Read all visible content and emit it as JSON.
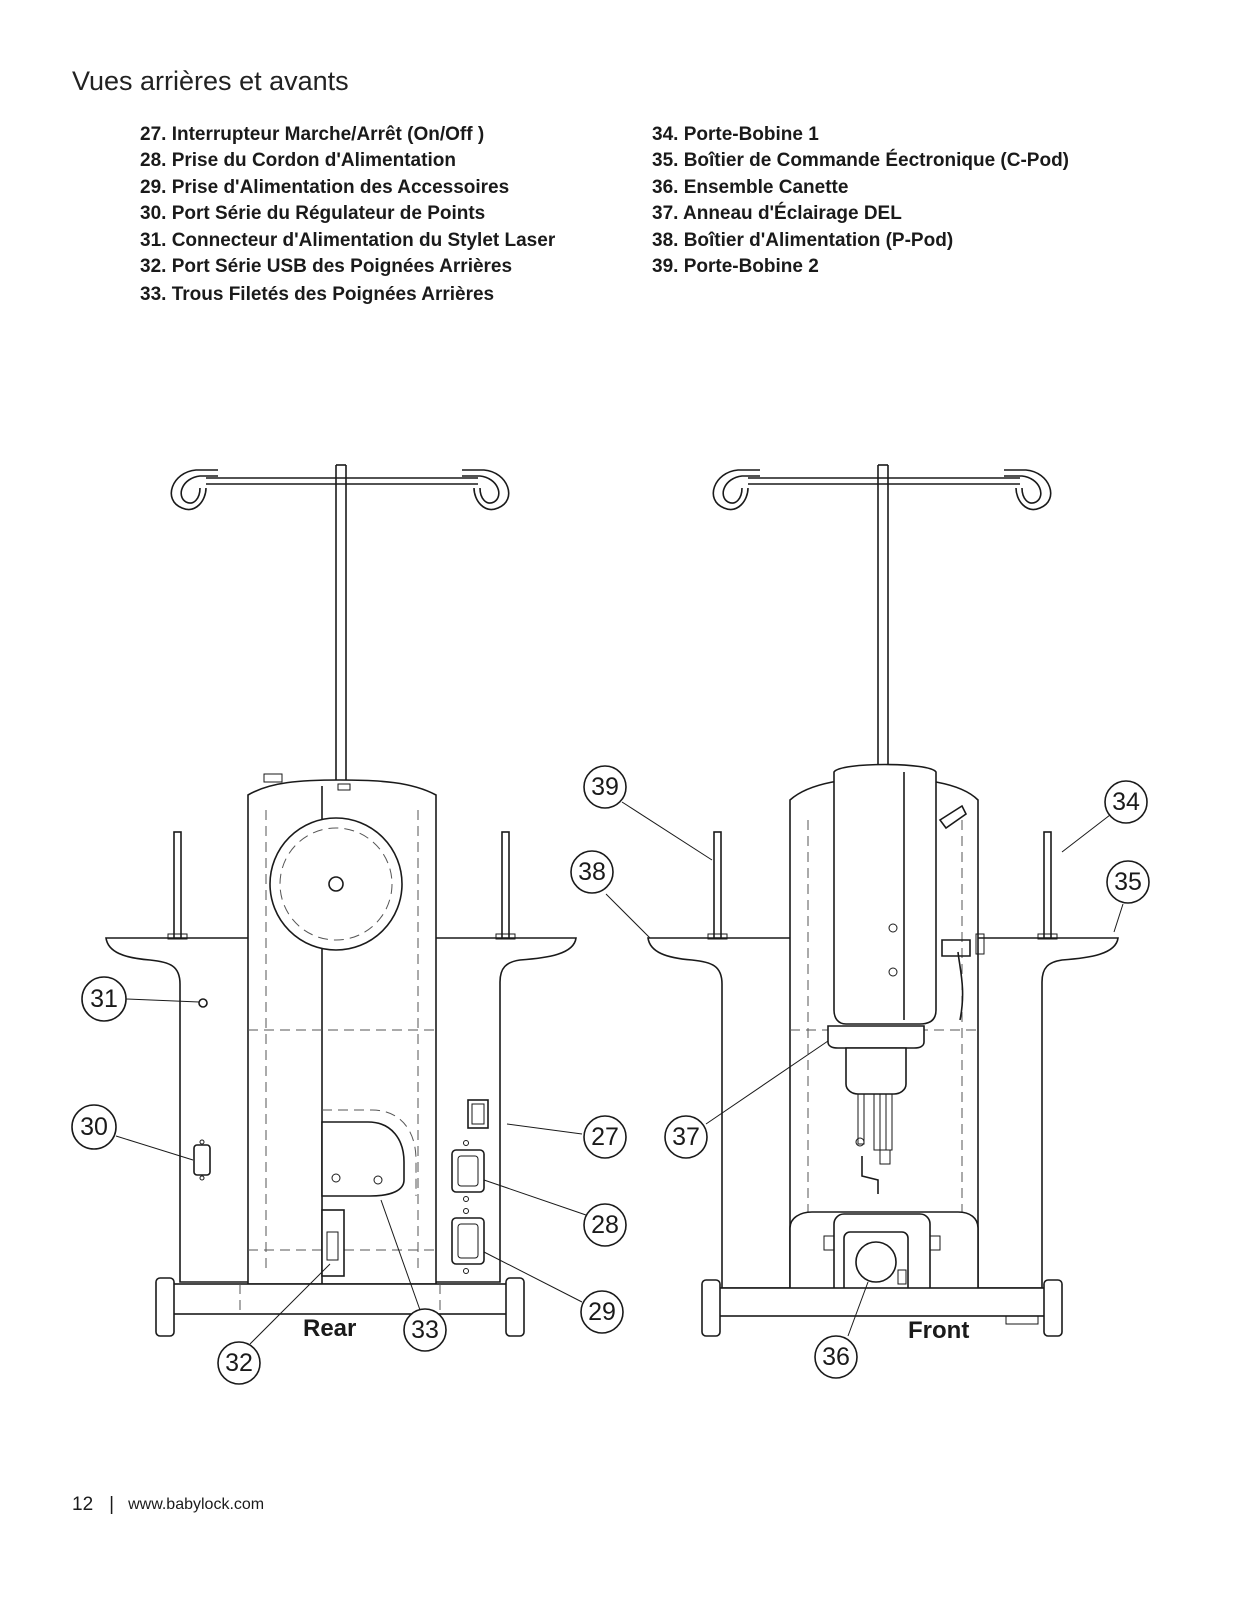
{
  "page_title": "Vues arrières et avants",
  "list_left": [
    "27. Interrupteur Marche/Arrêt (On/Off )",
    "28. Prise du Cordon d'Alimentation",
    "29. Prise d'Alimentation des Accessoires",
    "30. Port Série du Régulateur de Points",
    "31. Connecteur d'Alimentation du Stylet Laser",
    "32. Port Série USB des Poignées Arrières",
    "33. Trous Filetés des Poignées Arrières"
  ],
  "list_right": [
    "34. Porte-Bobine  1",
    "35. Boîtier de Commande Éectronique (C-Pod)",
    "36. Ensemble Canette",
    "37. Anneau d'Éclairage DEL",
    "38. Boîtier d'Alimentation (P-Pod)",
    "39. Porte-Bobine 2"
  ],
  "diagram": {
    "rear_label": "Rear",
    "front_label": "Front",
    "callouts": {
      "c27": "27",
      "c28": "28",
      "c29": "29",
      "c30": "30",
      "c31": "31",
      "c32": "32",
      "c33": "33",
      "c34": "34",
      "c35": "35",
      "c36": "36",
      "c37": "37",
      "c38": "38",
      "c39": "39"
    }
  },
  "footer": {
    "page_number": "12",
    "separator": "|",
    "url": "www.babylock.com"
  }
}
